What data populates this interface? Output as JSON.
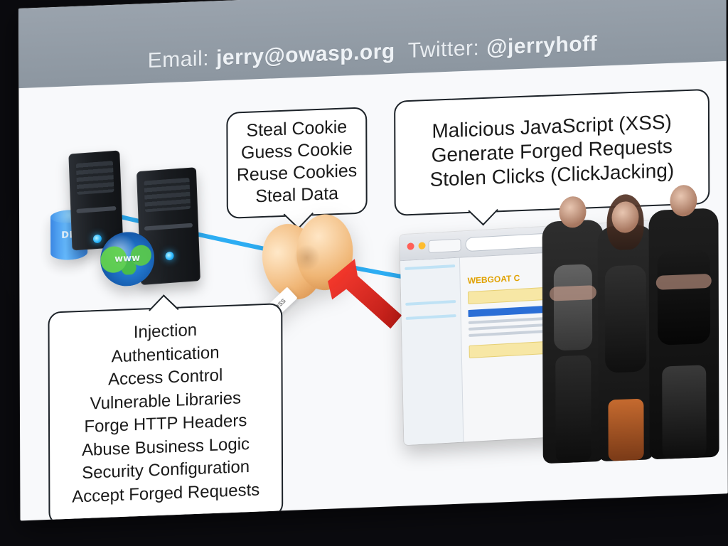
{
  "header": {
    "email_label": "Email:",
    "email_value": "jerry@owasp.org",
    "twitter_label": "Twitter:",
    "twitter_handle": "@jerryhoff"
  },
  "bubbles": {
    "cookie": {
      "lines": [
        "Steal Cookie",
        "Guess Cookie",
        "Reuse Cookies",
        "Steal Data"
      ]
    },
    "xss": {
      "lines": [
        "Malicious JavaScript (XSS)",
        "Generate Forged Requests",
        "Stolen Clicks (ClickJacking)"
      ]
    },
    "server": {
      "lines": [
        "Injection",
        "Authentication",
        "Access Control",
        "Vulnerable Libraries",
        "Forge HTTP Headers",
        "Abuse Business Logic",
        "Security Configuration",
        "Accept Forged Requests"
      ]
    }
  },
  "icons": {
    "db_label": "DB",
    "globe_label": "www",
    "cookie_slip_text": "Jeess"
  },
  "browser": {
    "page_header": "WEBGOAT C"
  },
  "colors": {
    "connection_line": "#22a9f2",
    "arrow": "#d7261e",
    "header_bar": "#8f99a3"
  }
}
